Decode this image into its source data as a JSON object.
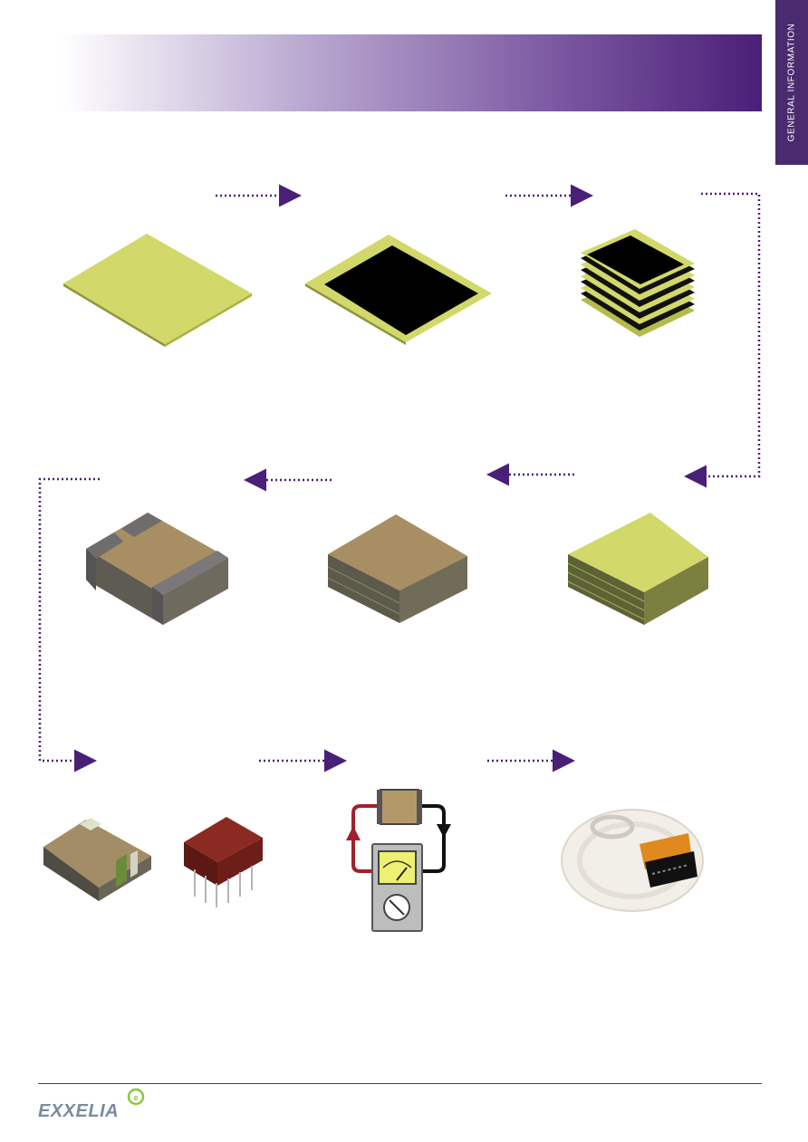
{
  "header": {
    "colors": {
      "band_start": "#ffffff",
      "band_end": "#4a1f78"
    }
  },
  "side_tab": {
    "label": "GENERAL INFORMATION"
  },
  "flow": {
    "arrow_color": "#4a1f78",
    "steps": [
      {
        "name": "ceramic-sheet"
      },
      {
        "name": "electrode-printed-sheet"
      },
      {
        "name": "stacked-sheets"
      },
      {
        "name": "laminated-block"
      },
      {
        "name": "sintered-chip"
      },
      {
        "name": "terminated-chip"
      },
      {
        "name": "finished-components"
      },
      {
        "name": "electrical-test"
      },
      {
        "name": "tape-and-reel-packaging"
      }
    ]
  },
  "footer": {
    "logo_text": "EXXELIA"
  }
}
